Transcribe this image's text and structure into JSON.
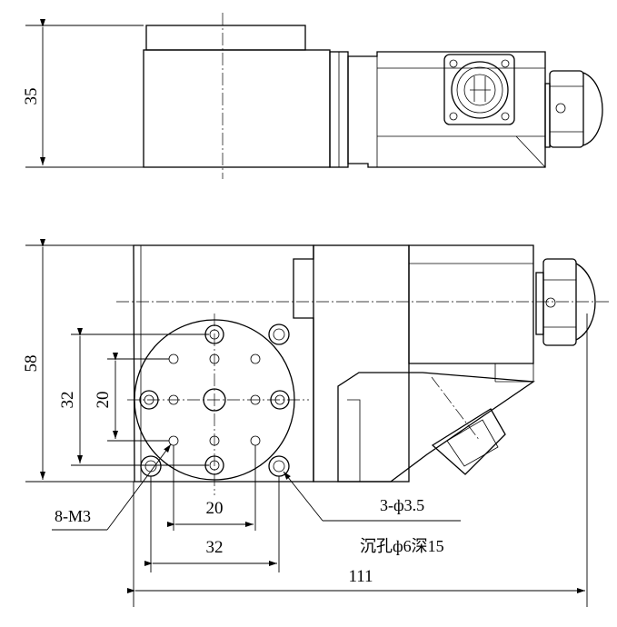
{
  "dimensions": {
    "top_height": "35",
    "front_height": "58",
    "hole_span_vertical": "32",
    "hole_span_vertical_inner": "20",
    "hole_span_horizontal_inner": "20",
    "hole_span_horizontal": "32",
    "overall_length": "111"
  },
  "callouts": {
    "thread_holes": "8-M3",
    "through_holes": "3-ф3.5",
    "counterbore": "沉孔ф6深15"
  }
}
